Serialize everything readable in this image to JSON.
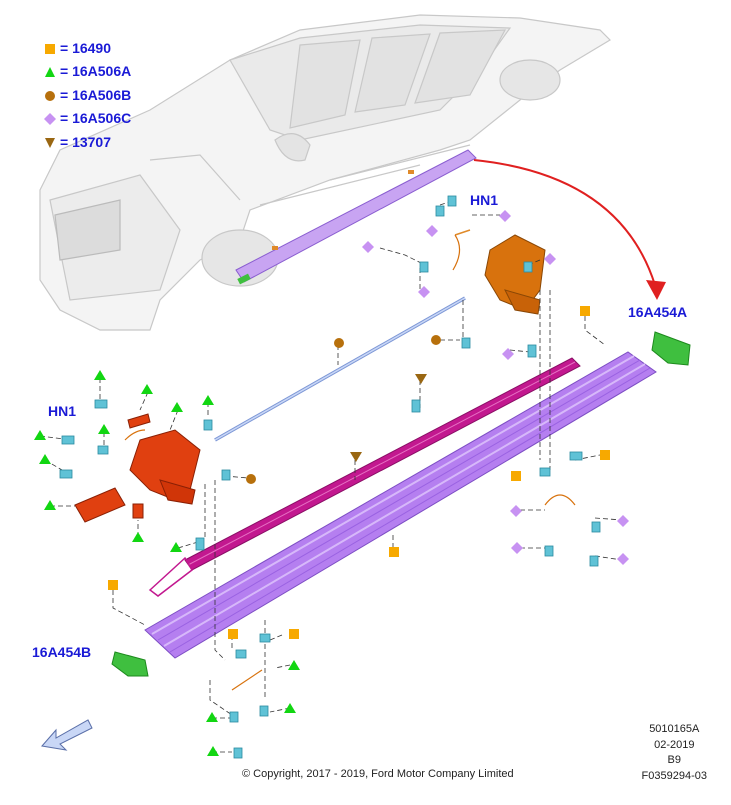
{
  "legend": [
    {
      "symbol": "square",
      "color": "#f7a900",
      "text": "= 16490"
    },
    {
      "symbol": "triangle",
      "color": "#12d612",
      "text": "= 16A506A"
    },
    {
      "symbol": "circle",
      "color": "#b7700c",
      "text": "= 16A506B"
    },
    {
      "symbol": "diamond",
      "color": "#c792f2",
      "text": "= 16A506C"
    },
    {
      "symbol": "triangle-down",
      "color": "#9a6712",
      "text": "= 13707"
    }
  ],
  "callouts": {
    "hn1_top": "HN1",
    "hn1_left": "HN1",
    "part_a": "16A454A",
    "part_b": "16A454B"
  },
  "footer": {
    "code": "5010165A",
    "date": "02-2019",
    "rev": "B9",
    "figure": "F0359294-03",
    "copyright": "© Copyright, 2017 - 2019, Ford Motor Company Limited"
  },
  "colors": {
    "callout_text": "#1a1ad6",
    "running_board": "#b57ff0",
    "trim_strip": "#c2188f",
    "bracket_rear": "#d8720d",
    "bracket_front": "#e04010",
    "end_cap": "#3fbf3f",
    "fastener": "#5fc2d6",
    "rod": "#9db5e6",
    "leader_arrow": "#e02020"
  }
}
